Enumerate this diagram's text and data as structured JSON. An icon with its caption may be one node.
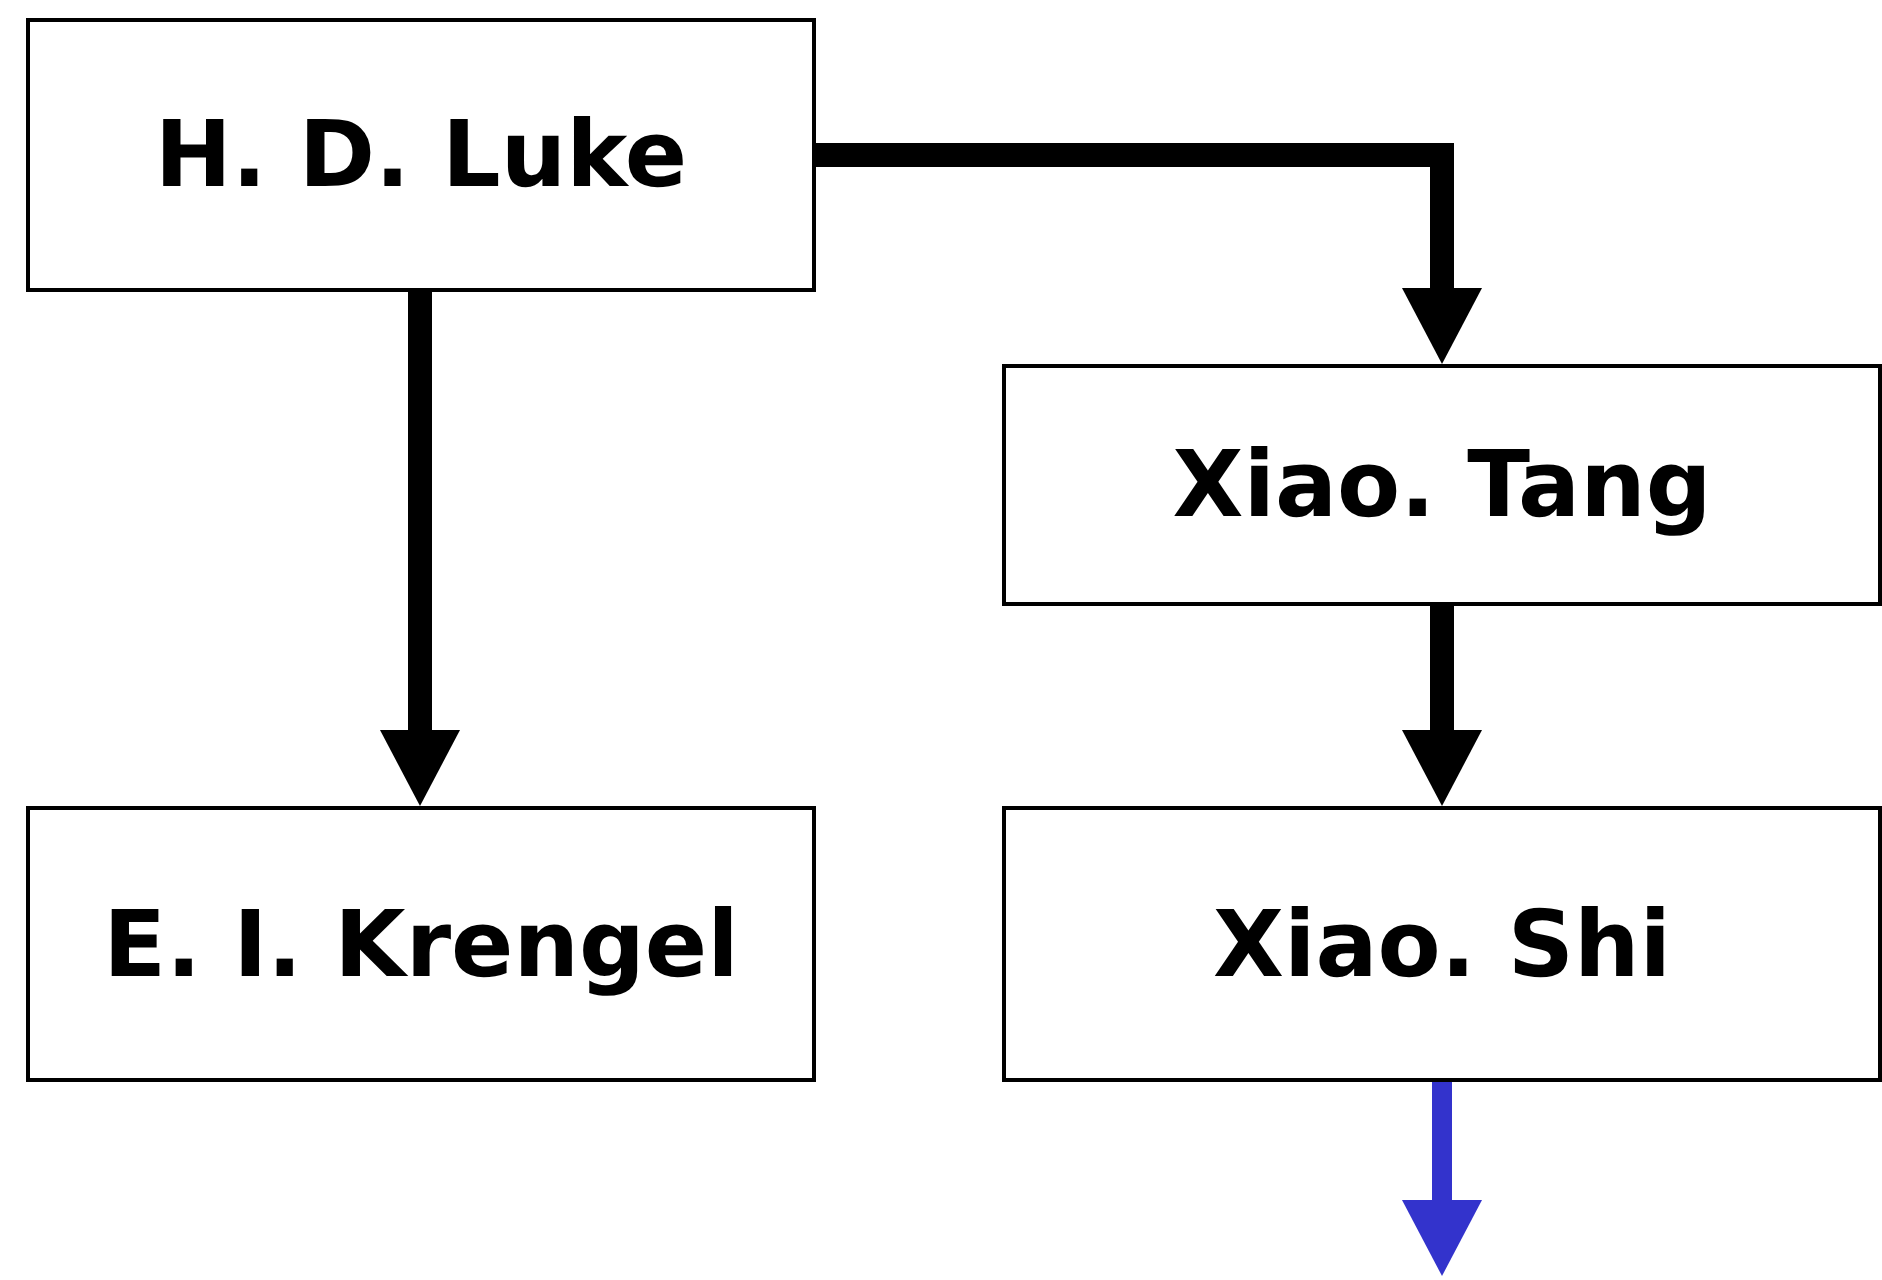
{
  "diagram": {
    "nodes": [
      {
        "text": [
          "H. D. Luke"
        ]
      },
      {
        "text": [
          "Xiao. Tang"
        ]
      },
      {
        "text": [
          "E. I. Krengel"
        ]
      },
      {
        "text": [
          "Xiao. Shi"
        ]
      }
    ],
    "edges": [
      {
        "from": 0,
        "to": 1,
        "arrow": "to"
      },
      {
        "from": 0,
        "to": 2,
        "arrow": "to"
      },
      {
        "from": 1,
        "to": 3,
        "arrow": "to"
      },
      {
        "from": 3,
        "to": null,
        "arrow": "to",
        "color": "#3333cc"
      }
    ]
  }
}
